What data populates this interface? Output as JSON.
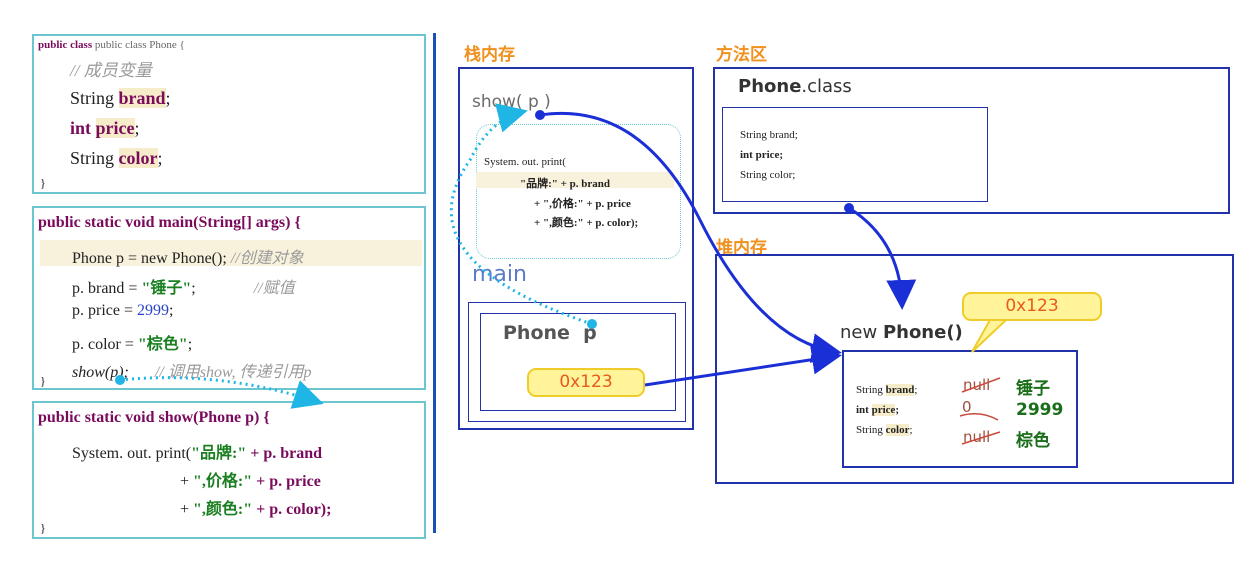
{
  "class_box": {
    "header": "public class Phone {",
    "comment": "// 成员变量",
    "f1_type": "String",
    "f1_name": "brand",
    "f2_type": "int",
    "f2_name": "price",
    "f3_type": "String",
    "f3_name": "color",
    "close": "}"
  },
  "main_box": {
    "sig": "public static void main(String[] args) {",
    "l1": "Phone p = new Phone();",
    "l1_cmt": "//创建对象",
    "l2_a": "p. brand = ",
    "l2_s": "\"锤子\"",
    "l2_end": ";",
    "l2_cmt": "//赋值",
    "l3_a": "p. price = ",
    "l3_n": "2999",
    "l3_end": ";",
    "l4_a": "p. color = ",
    "l4_s": "\"棕色\"",
    "l4_end": ";",
    "l5": "show(p);",
    "l5_cmt": "// 调用show, 传递引用p",
    "close": "}"
  },
  "show_box": {
    "sig": "public static void show(Phone p) {",
    "l1_a": "System. out. print(",
    "l1_s": "\"品牌:\"",
    "l1_b": " + p. brand",
    "l2_plus": "+ ",
    "l2_s": "\",价格:\"",
    "l2_b": " + p. price",
    "l3_plus": "+ ",
    "l3_s": "\",颜色:\"",
    "l3_b": " + p. color);",
    "close": "}"
  },
  "stack": {
    "title": "栈内存",
    "show_frame": "show( p )",
    "print1": "System. out. print(",
    "print2": "\"品牌:\" + p. brand",
    "print3": "+ \",价格:\" + p. price",
    "print4": "+ \",颜色:\" + p. color);",
    "main_frame": "main",
    "phone_p": "Phone  p",
    "address": "0x123"
  },
  "method_area": {
    "title": "方法区",
    "class_name_bold": "Phone",
    "class_name_ext": ".class",
    "f1": "String brand;",
    "f2": "int price;",
    "f3": "String color;"
  },
  "heap": {
    "title": "堆内存",
    "new_prefix": "new ",
    "new_bold": "Phone()",
    "address": "0x123",
    "f1_type": "String",
    "f1_name": "brand",
    "f1_old": "null",
    "f1_new": "锤子",
    "f2_type": "int",
    "f2_name": "price",
    "f2_old": "0",
    "f2_new": "2999",
    "f3_type": "String",
    "f3_name": "color",
    "f3_old": "null",
    "f3_new": "棕色"
  },
  "colors": {
    "accent_orange": "#f0901e",
    "box_blue": "#2233aa",
    "arrow_blue": "#1b2fd6",
    "dotted_cyan": "#1fb6e6",
    "value_green": "#1a6e1a",
    "pill_yellow": "#fff49a"
  }
}
